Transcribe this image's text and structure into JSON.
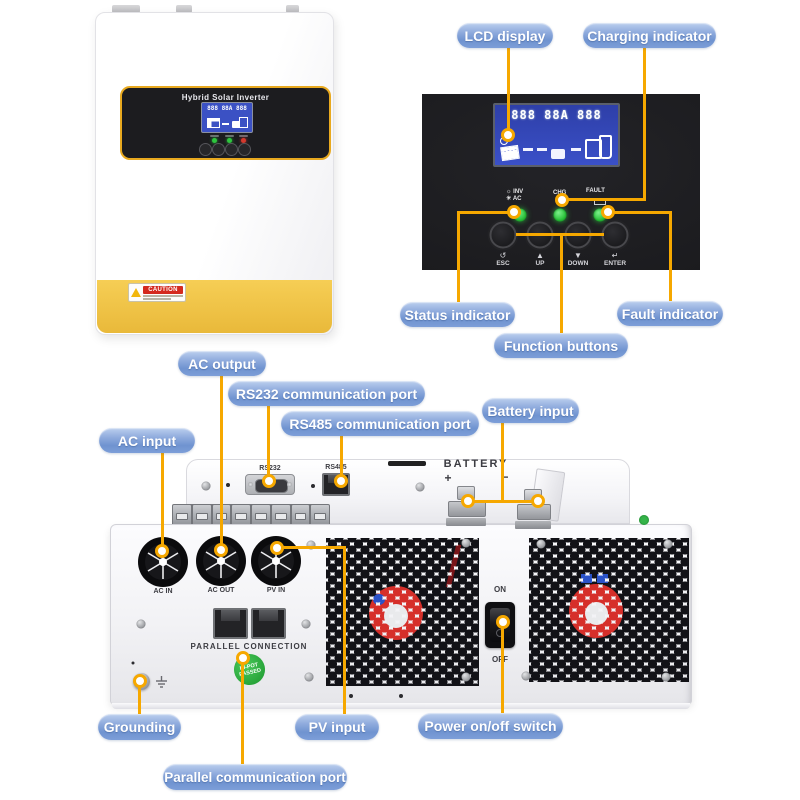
{
  "callouts": {
    "lcd_display": "LCD display",
    "charging_indicator": "Charging indicator",
    "status_indicator": "Status indicator",
    "fault_indicator": "Fault indicator",
    "function_buttons": "Function buttons",
    "ac_output": "AC output",
    "rs232_port": "RS232 communication port",
    "rs485_port": "RS485 communication port",
    "battery_input": "Battery input",
    "ac_input": "AC input",
    "grounding": "Grounding",
    "pv_input": "PV input",
    "power_switch": "Power on/off switch",
    "parallel_port": "Parallel communication port"
  },
  "front": {
    "title": "Hybrid Solar Inverter",
    "lcd_digits": "888 88A 888",
    "caution": "CAUTION"
  },
  "control_panel": {
    "lcd_digits": "888 88A 888",
    "indicators": {
      "inv": "INV",
      "ac": "AC",
      "chg": "CHG",
      "fault": "FAULT"
    },
    "buttons": [
      {
        "glyph": "↺",
        "label": "ESC"
      },
      {
        "glyph": "▲",
        "label": "UP"
      },
      {
        "glyph": "▼",
        "label": "DOWN"
      },
      {
        "glyph": "↵",
        "label": "ENTER"
      }
    ]
  },
  "rear": {
    "rs232_label": "RS232",
    "rs485_label": "RS485",
    "battery_label": "BATTERY",
    "battery_plus": "+",
    "battery_minus": "−",
    "ac_in": "AC IN",
    "ac_out": "AC OUT",
    "pv_in": "PV IN",
    "parallel_connection": "PARALLEL CONNECTION",
    "switch_on": "ON",
    "switch_off": "OFF",
    "hipot_line1": "HI-POT",
    "hipot_line2": "PASSED"
  },
  "colors": {
    "callout_line": "#F6A800",
    "pill_blue": "#7F9FD6",
    "inverter_yellow": "#EFBE3E",
    "panel_border_yellow": "#E8A91F",
    "led_green": "#2EC53E",
    "lcd_blue": "#3A50C8",
    "hipot_green": "#27A338",
    "caution_red": "#D42A1E"
  }
}
